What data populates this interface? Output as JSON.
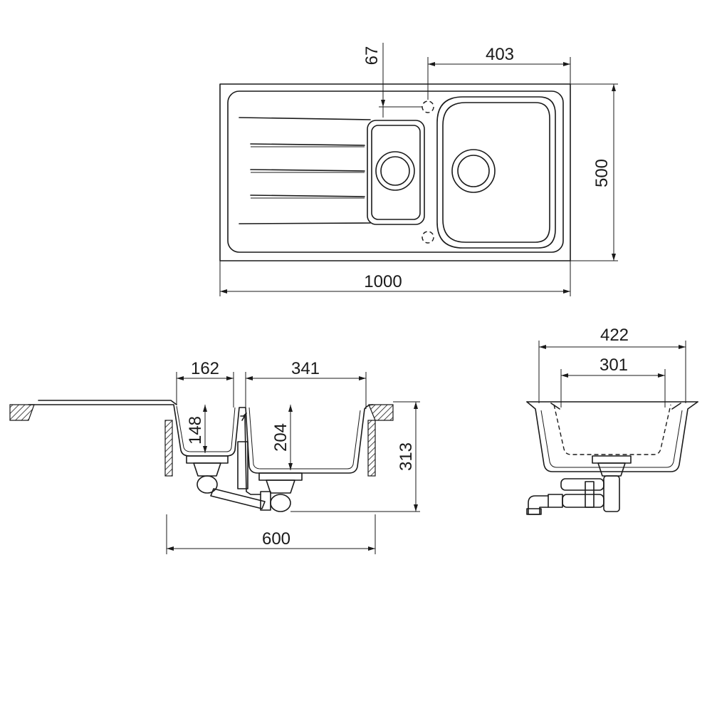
{
  "dimensions": {
    "top_view": {
      "overall_width": "1000",
      "overall_depth": "500",
      "bowl_width": "403",
      "tap_offset": "67"
    },
    "side_view": {
      "small_bowl_width": "162",
      "large_bowl_width": "341",
      "small_bowl_depth": "148",
      "large_bowl_depth": "204",
      "overall_height": "313",
      "cabinet_width": "600"
    },
    "end_view": {
      "outer_width": "422",
      "inner_width": "301"
    }
  },
  "colors": {
    "line": "#1a1a1a",
    "background": "#ffffff"
  }
}
